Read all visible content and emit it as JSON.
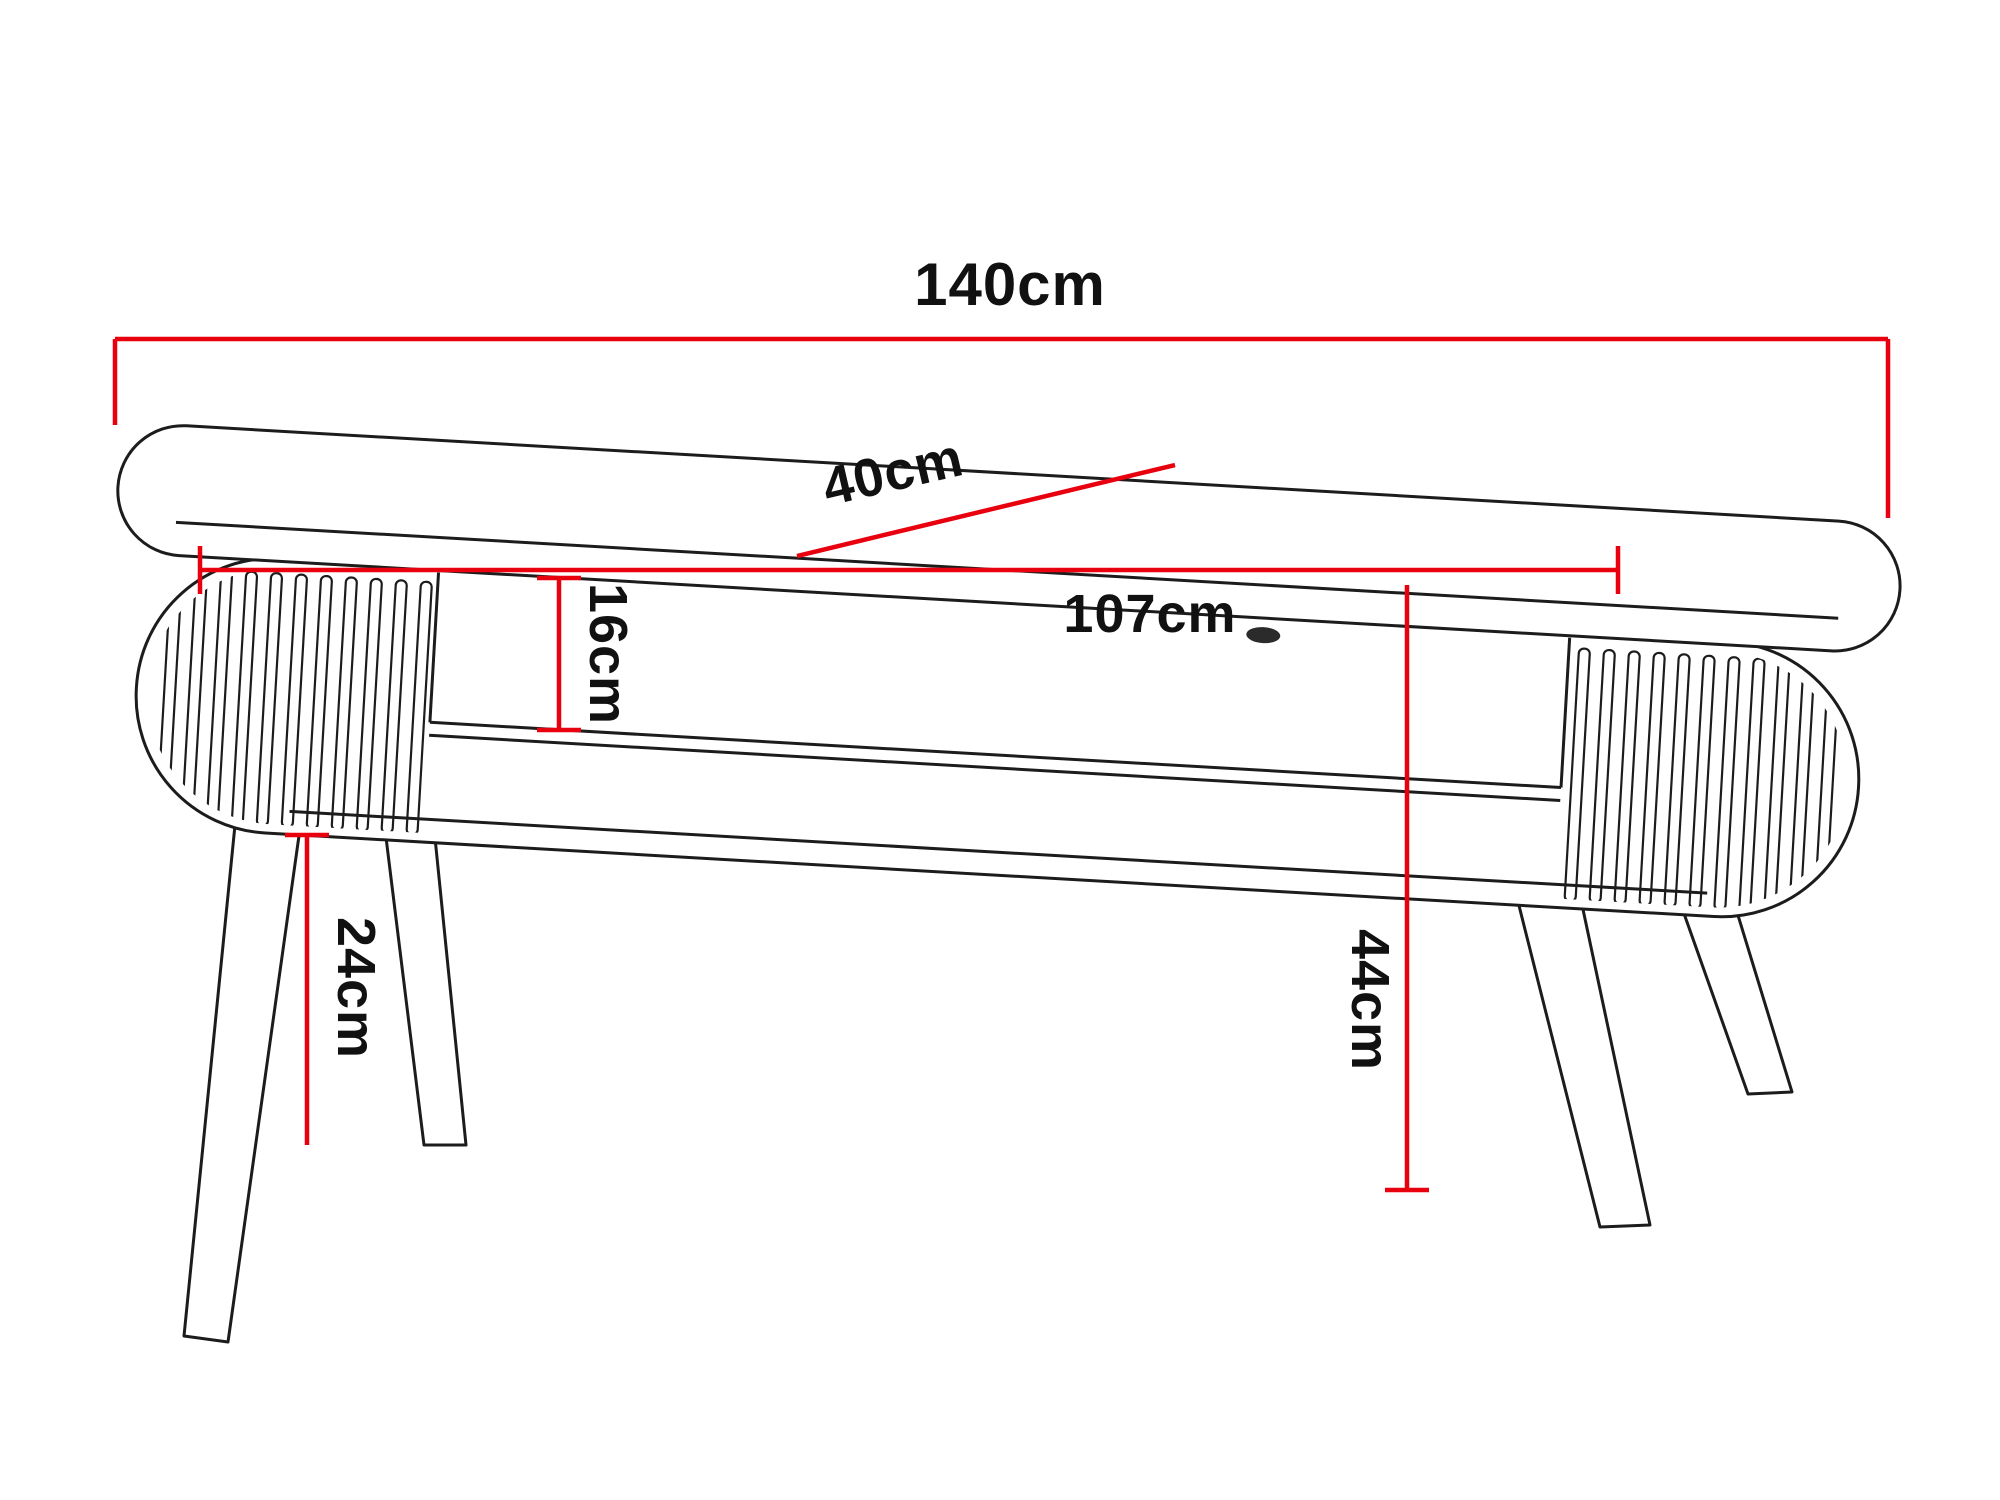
{
  "diagram": {
    "unit": "cm",
    "colors": {
      "dimension_line": "#e8000f",
      "outline": "#1c1c1c",
      "cable_hole": "#2b2b2b",
      "background": "#ffffff"
    },
    "dimensions": {
      "overall_width": {
        "label": "140cm"
      },
      "depth": {
        "label": "40cm"
      },
      "inner_width": {
        "label": "107cm"
      },
      "opening_height": {
        "label": "16cm"
      },
      "leg_height": {
        "label": "24cm"
      },
      "overall_height": {
        "label": "44cm"
      }
    }
  }
}
